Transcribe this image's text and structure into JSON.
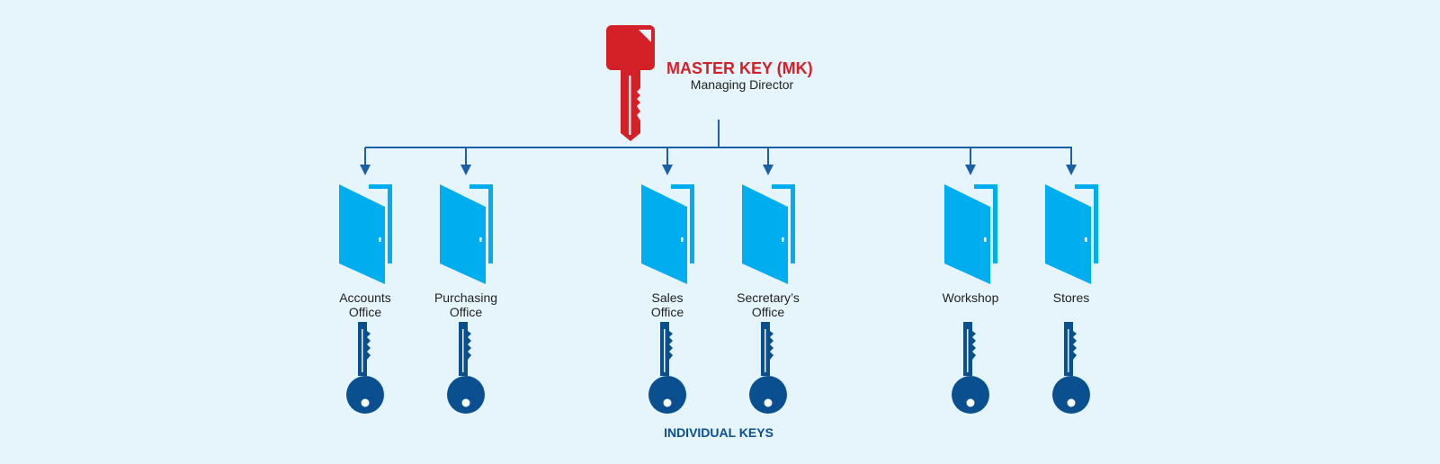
{
  "master_key": {
    "title": "MASTER KEY (MK)",
    "subtitle": "Managing Director",
    "icon": "master-key-icon",
    "color": "#d42027"
  },
  "rooms": [
    {
      "id": "accounts-office",
      "lines": [
        "Accounts",
        "Office"
      ]
    },
    {
      "id": "purchasing-office",
      "lines": [
        "Purchasing",
        "Office"
      ]
    },
    {
      "id": "sales-office",
      "lines": [
        "Sales",
        "Office"
      ]
    },
    {
      "id": "secretarys-office",
      "lines": [
        "Secretary’s",
        "Office"
      ]
    },
    {
      "id": "workshop",
      "lines": [
        "Workshop"
      ]
    },
    {
      "id": "stores",
      "lines": [
        "Stores"
      ]
    }
  ],
  "footer": {
    "label": "INDIVIDUAL KEYS"
  },
  "colors": {
    "background": "#e6f5fc",
    "door": "#00aeef",
    "key": "#0a4f8f",
    "line": "#1a5fa8",
    "text": "#222222",
    "footer": "#0a4f8f"
  },
  "icons": {
    "door": "door-icon",
    "key": "individual-key-icon",
    "arrow": "arrow-down-icon"
  }
}
